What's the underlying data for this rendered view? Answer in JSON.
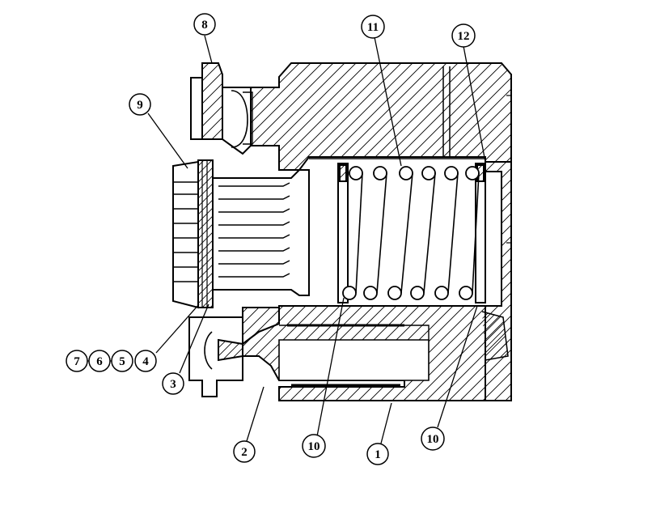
{
  "callouts": [
    {
      "id": "c1",
      "label": "1"
    },
    {
      "id": "c2",
      "label": "2"
    },
    {
      "id": "c3",
      "label": "3"
    },
    {
      "id": "c4",
      "label": "4"
    },
    {
      "id": "c5",
      "label": "5"
    },
    {
      "id": "c6",
      "label": "6"
    },
    {
      "id": "c7",
      "label": "7"
    },
    {
      "id": "c8",
      "label": "8"
    },
    {
      "id": "c9",
      "label": "9"
    },
    {
      "id": "c10a",
      "label": "10"
    },
    {
      "id": "c10b",
      "label": "10"
    },
    {
      "id": "c11",
      "label": "11"
    },
    {
      "id": "c12",
      "label": "12"
    }
  ]
}
